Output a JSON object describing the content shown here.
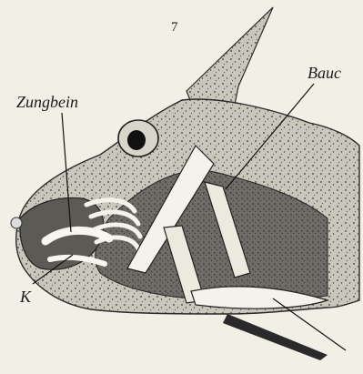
{
  "figure": {
    "number": "7",
    "labels": {
      "zungbein": "Zungbein",
      "bauc": "Bauc",
      "k": "K"
    }
  }
}
